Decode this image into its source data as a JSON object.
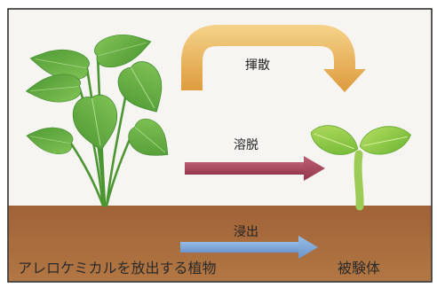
{
  "diagram": {
    "pathways": {
      "volatilization": "揮散",
      "leaching": "溶脱",
      "exudation": "浸出"
    },
    "source_plant_label": "アレロケミカルを放出する植物",
    "target_label": "被験体"
  },
  "colors": {
    "frame": "#222222",
    "sky": "#f6f5f2",
    "soil_top": "#a06237",
    "soil_bottom": "#b27744",
    "volatilization_light": "#f5d38a",
    "volatilization_dark": "#dd9a3c",
    "leaching_light": "#bd5f73",
    "leaching_dark": "#93364d",
    "exudation_light": "#98bde6",
    "exudation_dark": "#6a94ca",
    "plant_leaf_light": "#82c456",
    "plant_leaf_dark": "#4c9632",
    "plant_stem": "#4c9632",
    "seedling_light": "#b6de60",
    "seedling_dark": "#6cb433",
    "seedling_stem": "#9ccc55"
  }
}
